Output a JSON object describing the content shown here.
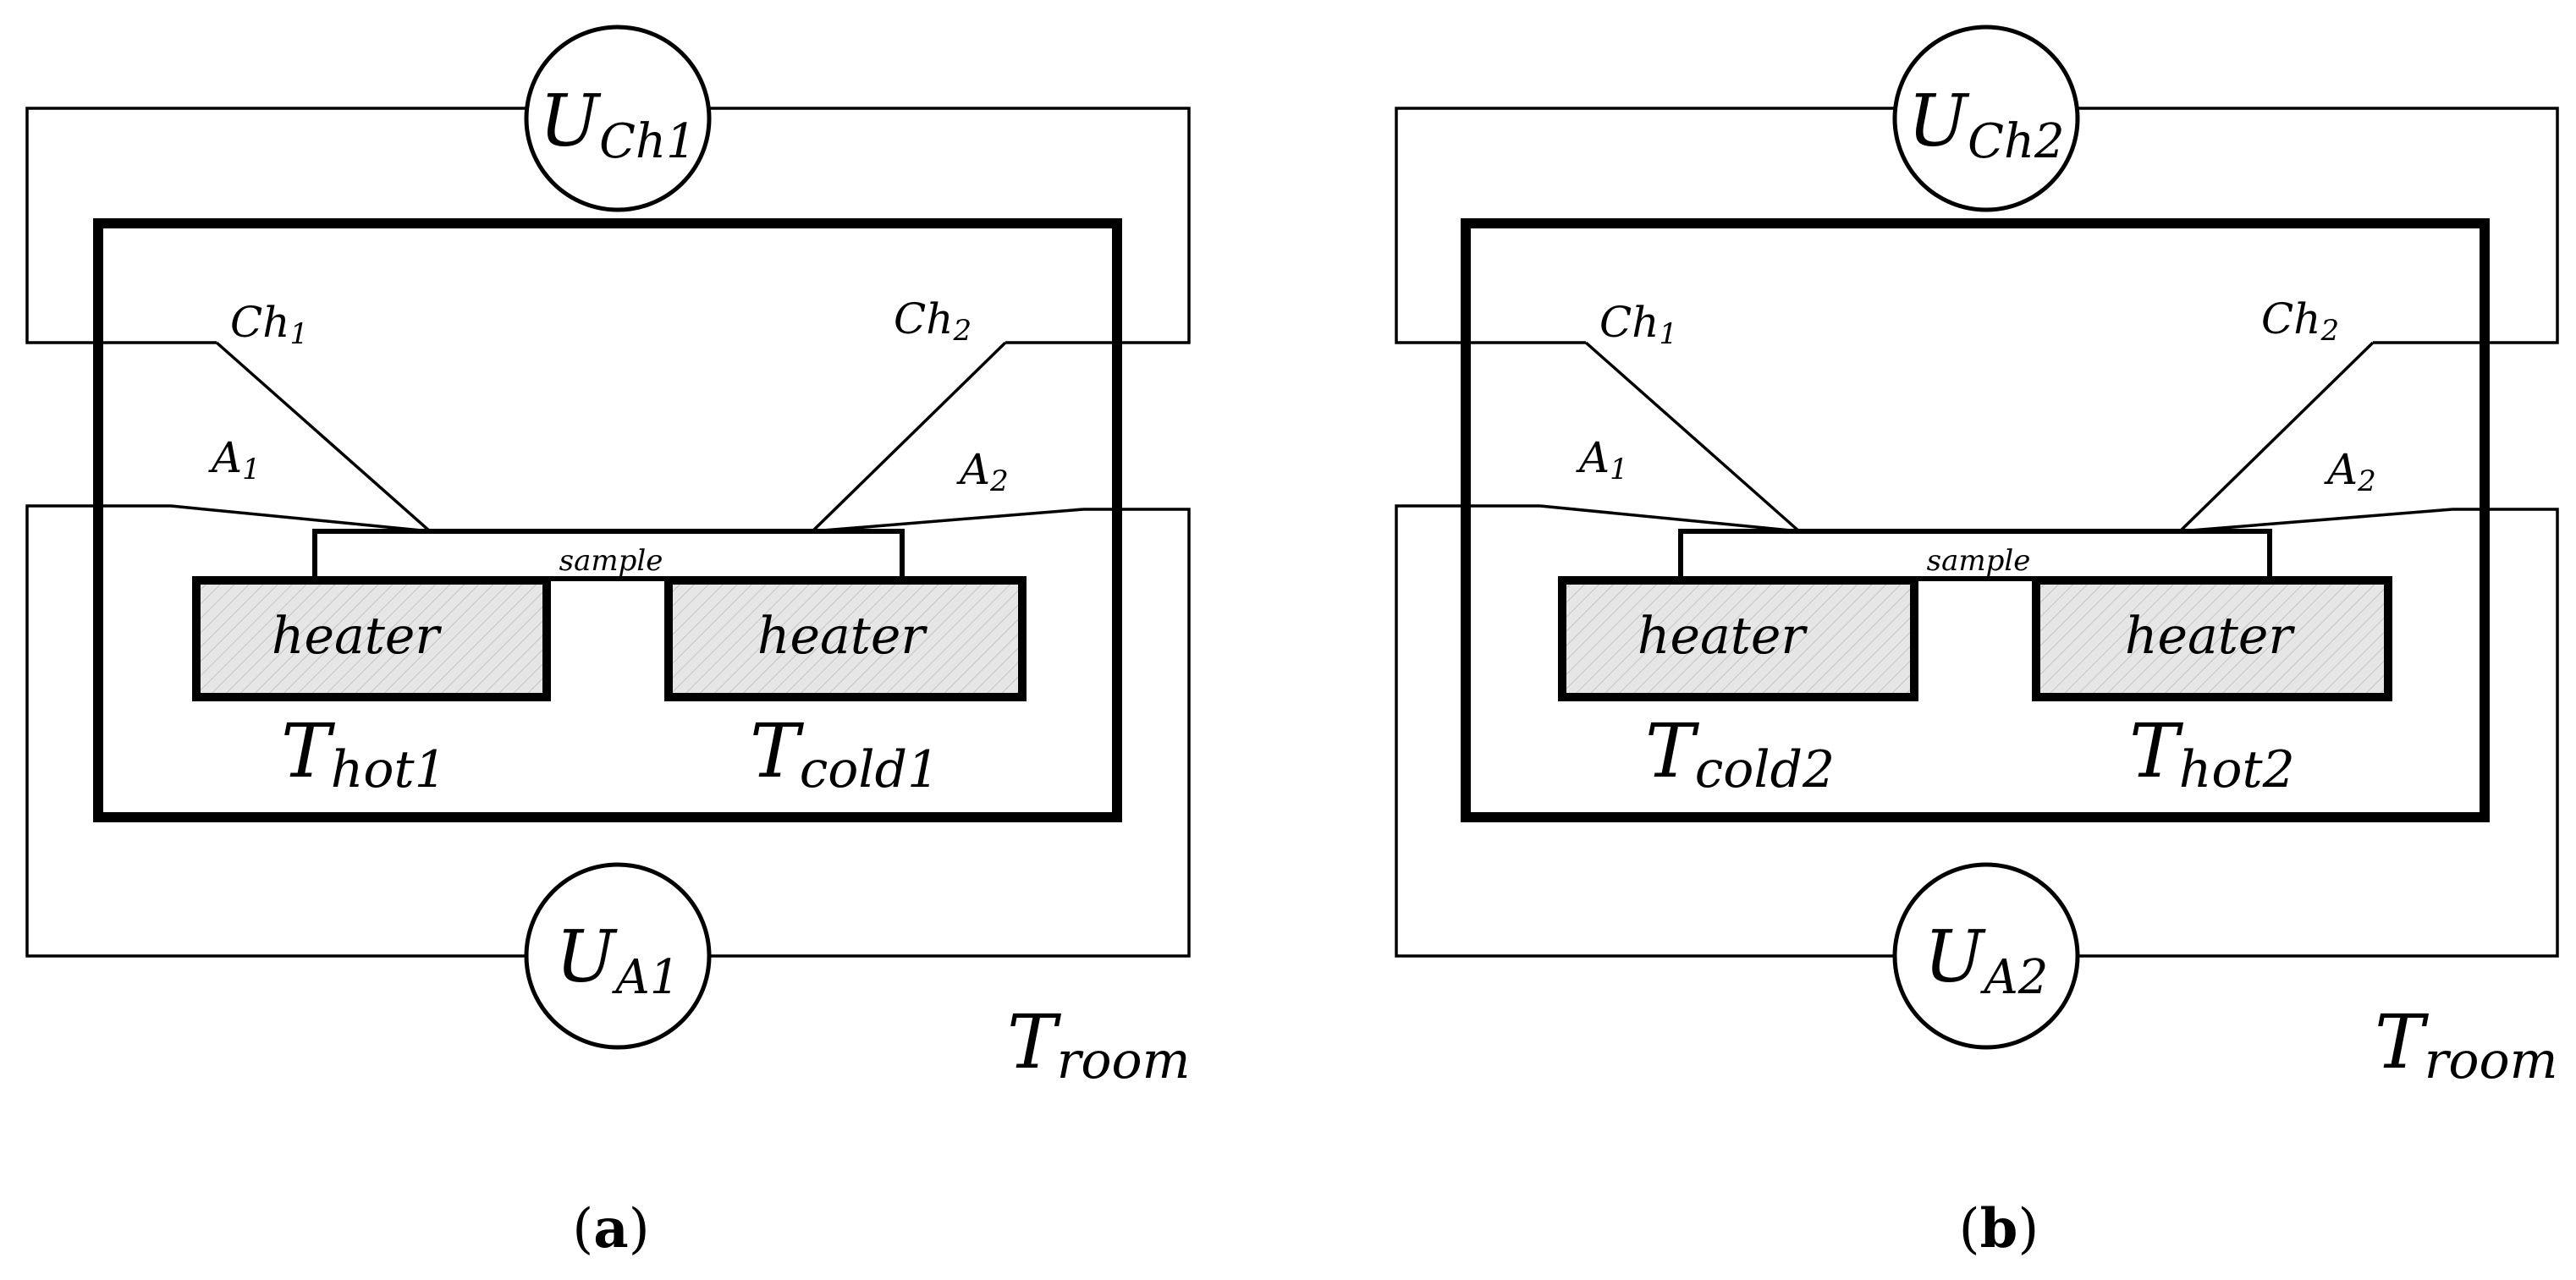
{
  "panels": [
    {
      "meter_top": {
        "main": "U",
        "sub": "Ch1"
      },
      "meter_bottom": {
        "main": "U",
        "sub": "A1"
      },
      "probe_ch1": {
        "main": "Ch",
        "sub": "1"
      },
      "probe_ch2": {
        "main": "Ch",
        "sub": "2"
      },
      "probe_a1": {
        "main": "A",
        "sub": "1"
      },
      "probe_a2": {
        "main": "A",
        "sub": "2"
      },
      "sample_label": "sample",
      "heater_left": "heater",
      "heater_right": "heater",
      "temp_left": {
        "main": "T",
        "sub": "hot1"
      },
      "temp_right": {
        "main": "T",
        "sub": "cold1"
      },
      "room": {
        "main": "T",
        "sub": "room"
      },
      "caption": {
        "open": "(",
        "letter": "a",
        "close": ")"
      }
    },
    {
      "meter_top": {
        "main": "U",
        "sub": "Ch2"
      },
      "meter_bottom": {
        "main": "U",
        "sub": "A2"
      },
      "probe_ch1": {
        "main": "Ch",
        "sub": "1"
      },
      "probe_ch2": {
        "main": "Ch",
        "sub": "2"
      },
      "probe_a1": {
        "main": "A",
        "sub": "1"
      },
      "probe_a2": {
        "main": "A",
        "sub": "2"
      },
      "sample_label": "sample",
      "heater_left": "heater",
      "heater_right": "heater",
      "temp_left": {
        "main": "T",
        "sub": "cold2"
      },
      "temp_right": {
        "main": "T",
        "sub": "hot2"
      },
      "room": {
        "main": "T",
        "sub": "room"
      },
      "caption": {
        "open": "(",
        "letter": "b",
        "close": ")"
      }
    }
  ],
  "colors": {
    "heater_fill": "#e6e6e6",
    "hatch": "#c4c4c4",
    "line": "#000000"
  }
}
